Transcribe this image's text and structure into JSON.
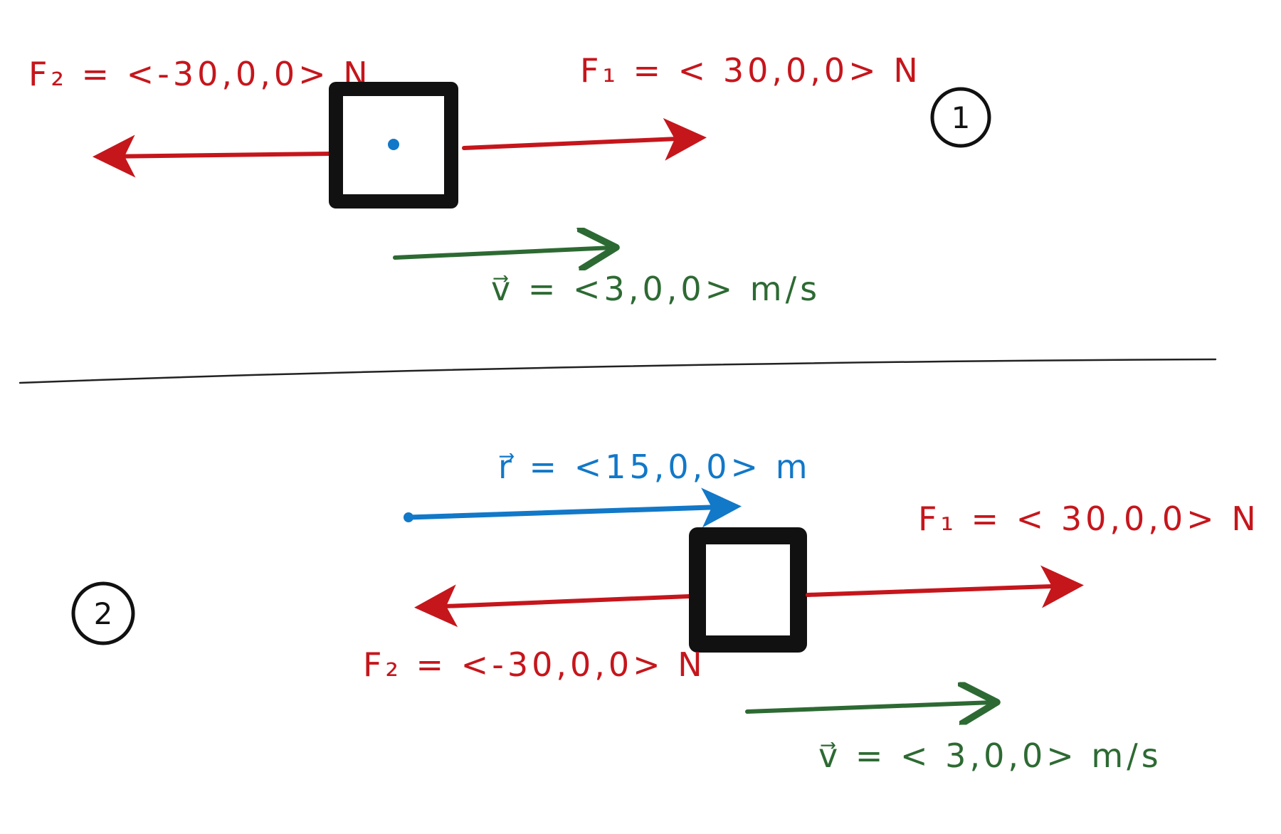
{
  "colors": {
    "force": "#c5161c",
    "velocity": "#2d6a33",
    "displacement": "#1278c8",
    "box": "#111111",
    "center_dot": "#1278c8",
    "background": "#ffffff"
  },
  "scenario1": {
    "number": "1",
    "f2_label": "F₂ = <-30,0,0> N",
    "f1_label": "F₁ = < 30,0,0> N",
    "v_label": "v⃗ = <3,0,0> m/s"
  },
  "scenario2": {
    "number": "2",
    "r_label": "r⃗ = <15,0,0> m",
    "f1_label": "F₁ = < 30,0,0> N",
    "f2_label": "F₂ = <-30,0,0> N",
    "v_label": "v⃗ = < 3,0,0> m/s"
  }
}
